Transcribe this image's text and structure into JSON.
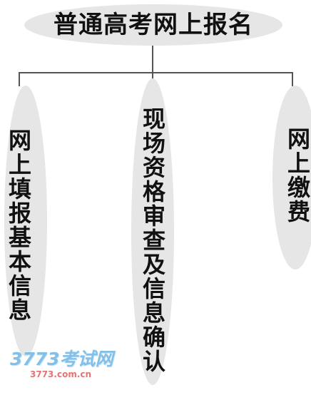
{
  "title": "普通高考网上报名",
  "steps": [
    {
      "label": "网上填报基本信息"
    },
    {
      "label": "现场资格审查及信息确认"
    },
    {
      "label": "网上缴费"
    }
  ],
  "watermark": {
    "main": "3773考试网",
    "sub": "3773.com.cn"
  },
  "colors": {
    "oval_fill": "#e6e6e6",
    "connector": "#555555",
    "watermark_blue": "#6fb5e3",
    "watermark_red": "#e45a5a"
  }
}
